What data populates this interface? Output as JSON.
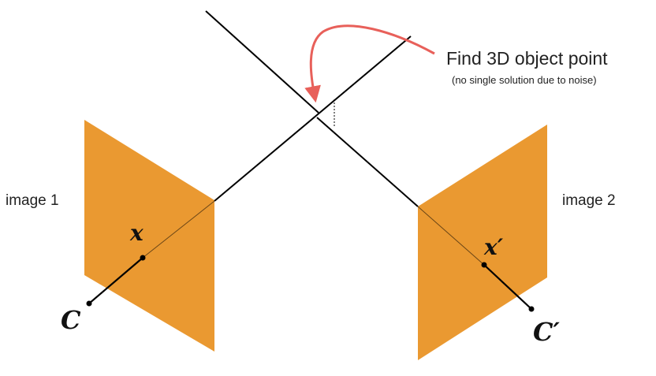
{
  "title": "Find 3D object point",
  "subtitle": "(no single solution due to noise)",
  "image1": {
    "label": "image 1",
    "point_label": "x",
    "center_label": "C"
  },
  "image2": {
    "label": "image 2",
    "point_label": "x′",
    "center_label": "C′"
  },
  "colors": {
    "plane": "#E8901F",
    "ray": "#000000",
    "arrow": "#E8605A"
  }
}
